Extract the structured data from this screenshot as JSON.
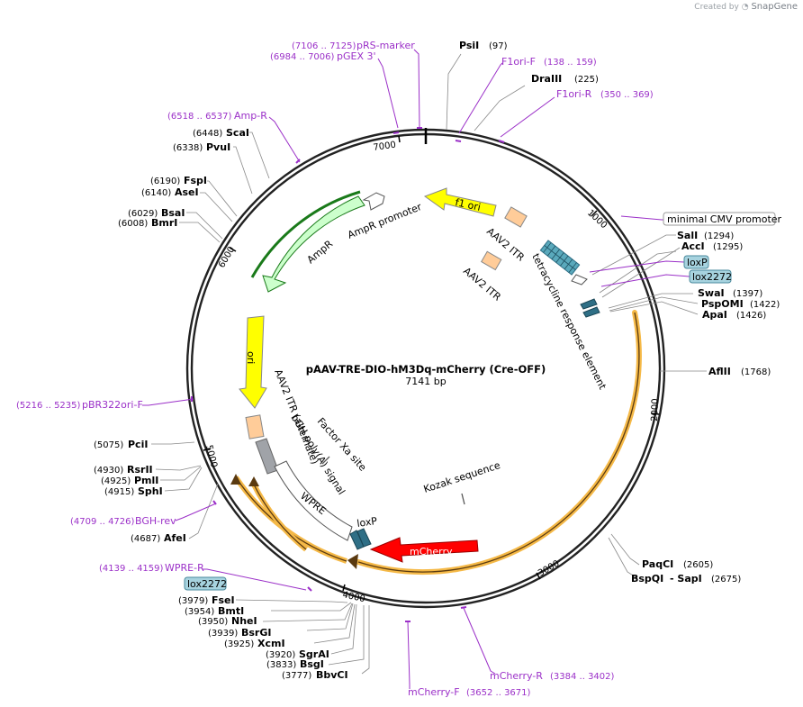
{
  "watermark": {
    "prefix": "Created by",
    "brand": "SnapGene"
  },
  "plasmid": {
    "name": "pAAV-TRE-DIO-hM3Dq-mCherry (Cre-OFF)",
    "length": "7141 bp"
  },
  "ticks": [
    "1000",
    "2000",
    "3000",
    "4000",
    "5000",
    "6000",
    "7000"
  ],
  "sites": [
    {
      "name": "PsiI",
      "pos": "(97)"
    },
    {
      "name": "DraIII",
      "pos": "(225)"
    },
    {
      "name": "SalI",
      "pos": "(1294)"
    },
    {
      "name": "AccI",
      "pos": "(1295)"
    },
    {
      "name": "SwaI",
      "pos": "(1397)"
    },
    {
      "name": "PspOMI",
      "pos": "(1422)"
    },
    {
      "name": "ApaI",
      "pos": "(1426)"
    },
    {
      "name": "AflII",
      "pos": "(1768)"
    },
    {
      "name": "PaqCI",
      "pos": "(2605)"
    },
    {
      "name": "BspQI",
      "pos": "- SapI"
    },
    {
      "name": "",
      "pos": "(2675)"
    },
    {
      "name": "BbvCI",
      "pos": "(3777)"
    },
    {
      "name": "BsgI",
      "pos": "(3833)"
    },
    {
      "name": "SgrAI",
      "pos": "(3920)"
    },
    {
      "name": "XcmI",
      "pos": "(3925)"
    },
    {
      "name": "BsrGI",
      "pos": "(3939)"
    },
    {
      "name": "NheI",
      "pos": "(3950)"
    },
    {
      "name": "BmtI",
      "pos": "(3954)"
    },
    {
      "name": "FseI",
      "pos": "(3979)"
    },
    {
      "name": "AfeI",
      "pos": "(4687)"
    },
    {
      "name": "SphI",
      "pos": "(4915)"
    },
    {
      "name": "PmlI",
      "pos": "(4925)"
    },
    {
      "name": "RsrII",
      "pos": "(4930)"
    },
    {
      "name": "PciI",
      "pos": "(5075)"
    },
    {
      "name": "BmrI",
      "pos": "(6008)"
    },
    {
      "name": "BsaI",
      "pos": "(6029)"
    },
    {
      "name": "AseI",
      "pos": "(6140)"
    },
    {
      "name": "FspI",
      "pos": "(6190)"
    },
    {
      "name": "PvuI",
      "pos": "(6338)"
    },
    {
      "name": "ScaI",
      "pos": "(6448)"
    }
  ],
  "primers": [
    {
      "name": "pRS-marker",
      "range": "(7106 .. 7125)"
    },
    {
      "name": "pGEX 3'",
      "range": "(6984 .. 7006)"
    },
    {
      "name": "F1ori-F",
      "range": "(138 .. 159)"
    },
    {
      "name": "F1ori-R",
      "range": "(350 .. 369)"
    },
    {
      "name": "Amp-R",
      "range": "(6518 .. 6537)"
    },
    {
      "name": "pBR322ori-F",
      "range": "(5216 .. 5235)"
    },
    {
      "name": "BGH-rev",
      "range": "(4709 .. 4726)"
    },
    {
      "name": "WPRE-R",
      "range": "(4139 .. 4159)"
    },
    {
      "name": "mCherry-R",
      "range": "(3384 .. 3402)"
    },
    {
      "name": "mCherry-F",
      "range": "(3652 .. 3671)"
    }
  ],
  "boxed_labels": {
    "cmv": "minimal CMV promoter",
    "loxp": "loxP",
    "lox2272_top": "lox2272",
    "lox2272_bottom": "lox2272"
  },
  "features": {
    "f1ori": "f1 ori",
    "aav2_itr_1": "AAV2 ITR",
    "aav2_itr_2": "AAV2 ITR",
    "tre": "tetracycline response element",
    "ampr_promoter": "AmpR promoter",
    "ampr": "AmpR",
    "ori": "ori",
    "aav2_itr_alt": "AAV2 ITR (alternate)",
    "factor_xa": "Factor Xa site",
    "bgh": "bGH poly(A) signal",
    "wpre": "WPRE",
    "kozak": "Kozak sequence",
    "loxp_inner": "loxP",
    "mcherry": "mCherry"
  },
  "colors": {
    "primer": "#9b30c8",
    "f1ori": "#ffff00",
    "ori": "#ffff00",
    "ampr": "#ccffcc",
    "ampr_stroke": "#1a7a1a",
    "itr": "#ffcc99",
    "mcherry": "#ff0000",
    "orf_highlight": "#f5b947",
    "lox": "#2f6f86",
    "bgh": "#a0a3a8",
    "boxed_fill": "#a7d3df"
  }
}
